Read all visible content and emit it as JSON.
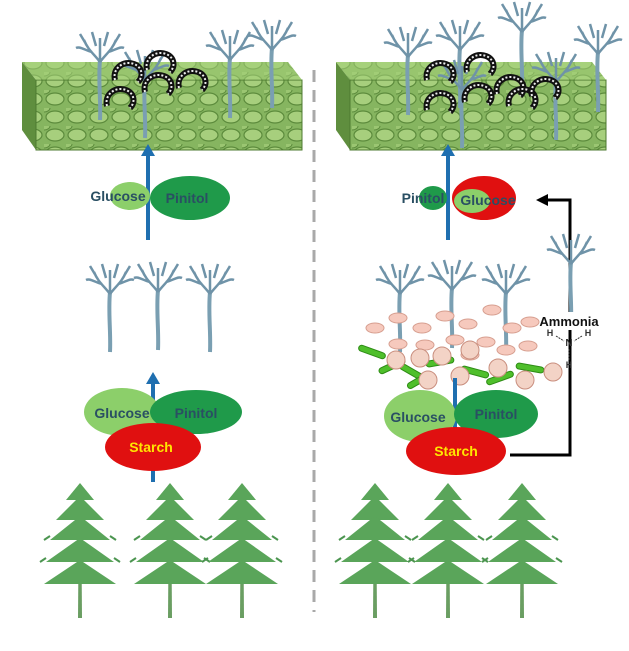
{
  "left_panel": {
    "upper_pair": {
      "glucose": "Glucose",
      "pinitol": "Pinitol"
    },
    "lower_pair": {
      "glucose": "Glucose",
      "pinitol": "Pinitol",
      "starch": "Starch"
    }
  },
  "right_panel": {
    "upper_pair": {
      "pinitol": "Pinitol",
      "glucose": "Glucose"
    },
    "ammonia": {
      "label": "Ammonia",
      "atom_n": "N",
      "atom_h": "H"
    },
    "lower_pair": {
      "glucose": "Glucose",
      "pinitol": "Pinitol",
      "starch": "Starch"
    }
  },
  "colors": {
    "leaf_green": "#7bab52",
    "light_green": "#8ccf6a",
    "dark_green": "#1f9a4a",
    "starch_red": "#e01010",
    "starch_text": "#ffe600",
    "arrow_blue": "#1f6fb0",
    "tree_green": "#5aa55a",
    "fungus_blue": "#7a9fb2",
    "divider_grey": "#a9a9a9"
  }
}
